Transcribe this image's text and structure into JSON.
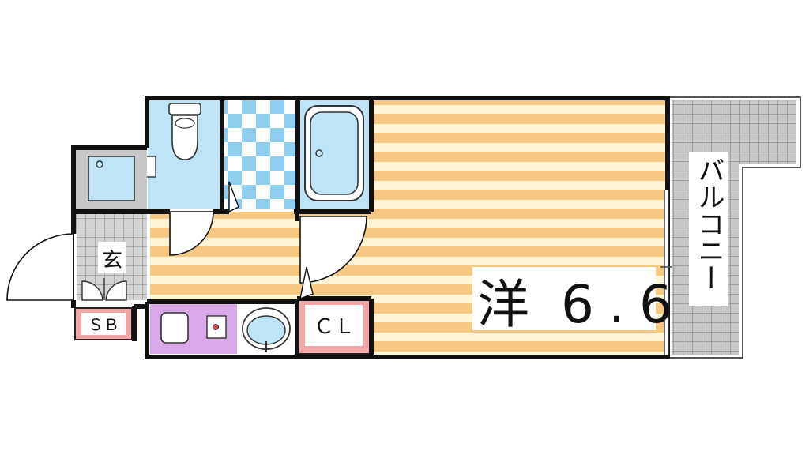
{
  "floorplan": {
    "rooms": {
      "western_room": {
        "label": "洋",
        "size": "6.6"
      },
      "entrance": {
        "label": "玄"
      },
      "shoe_box": {
        "label": "ＳＢ"
      },
      "closet": {
        "label": "ＣＬ"
      },
      "balcony": {
        "label": "バルコニー"
      }
    }
  },
  "colors": {
    "wall": "#111111",
    "floor_stripe_a": "#f5c983",
    "floor_stripe_b": "#fdf3d6",
    "wet_area": "#bfe4f5",
    "tile_blue": "#8ecfef",
    "kitchen": "#d7a9e6",
    "label_box": "#f2a8a8",
    "balcony_grid": "#9a9a9a",
    "balcony_bg": "#c8c8c8"
  }
}
